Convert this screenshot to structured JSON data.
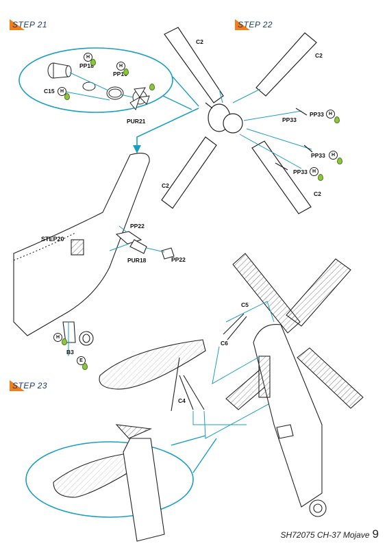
{
  "steps": {
    "step21": "STEP 21",
    "step22": "STEP 22",
    "step23": "STEP 23",
    "step20": "STEP20"
  },
  "parts": {
    "pp18": "PP18",
    "pp16": "PP16",
    "c15": "C15",
    "pur21": "PUR21",
    "c2": "C2",
    "pp33": "PP33",
    "pp22": "PP22",
    "pur18": "PUR18",
    "b3": "B3",
    "c5": "C5",
    "c6": "C6",
    "c4": "C4"
  },
  "symbols": {
    "h": "H",
    "e": "E"
  },
  "colors": {
    "accent_orange": "#ef7f1a",
    "callout_blue": "#1a9fc0",
    "glue_green": "#8cc63f"
  },
  "footer": {
    "title": "SH72075 CH-37 Mojave",
    "page": "9"
  }
}
